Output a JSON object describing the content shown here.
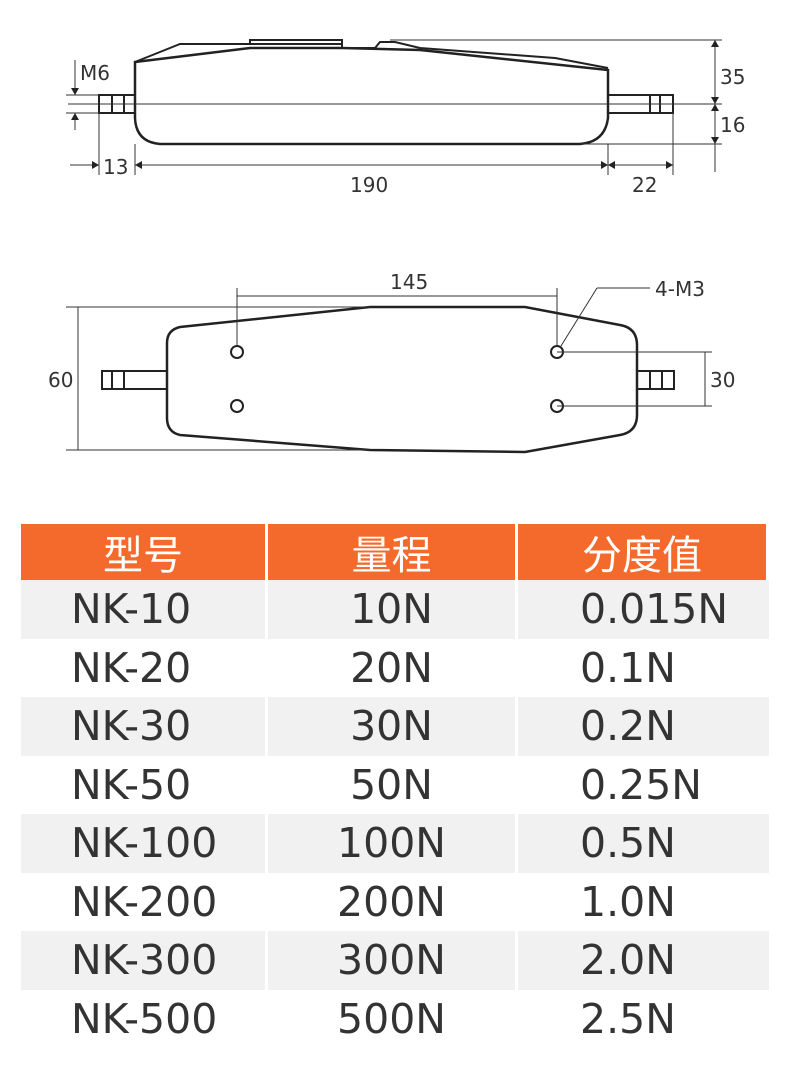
{
  "drawing": {
    "side_view": {
      "thread_label": "M6",
      "dim_height_top": "35",
      "dim_height_shaft": "16",
      "dim_left_shaft": "13",
      "dim_body_length": "190",
      "dim_right_shaft": "22"
    },
    "top_view": {
      "dim_hole_spacing": "145",
      "hole_callout": "4-M3",
      "dim_width": "60",
      "dim_hole_pitch": "30"
    }
  },
  "table": {
    "headers": [
      "型号",
      "量程",
      "分度值"
    ],
    "rows": [
      {
        "model": "NK-10",
        "range": "10N",
        "resolution": "0.015N"
      },
      {
        "model": "NK-20",
        "range": "20N",
        "resolution": "0.1N"
      },
      {
        "model": "NK-30",
        "range": "30N",
        "resolution": "0.2N"
      },
      {
        "model": "NK-50",
        "range": "50N",
        "resolution": "0.25N"
      },
      {
        "model": "NK-100",
        "range": "100N",
        "resolution": "0.5N"
      },
      {
        "model": "NK-200",
        "range": "200N",
        "resolution": "1.0N"
      },
      {
        "model": "NK-300",
        "range": "300N",
        "resolution": "2.0N"
      },
      {
        "model": "NK-500",
        "range": "500N",
        "resolution": "2.5N"
      }
    ],
    "header_color": "#f46a2c",
    "row_shade_color": "#f1f1f1"
  }
}
